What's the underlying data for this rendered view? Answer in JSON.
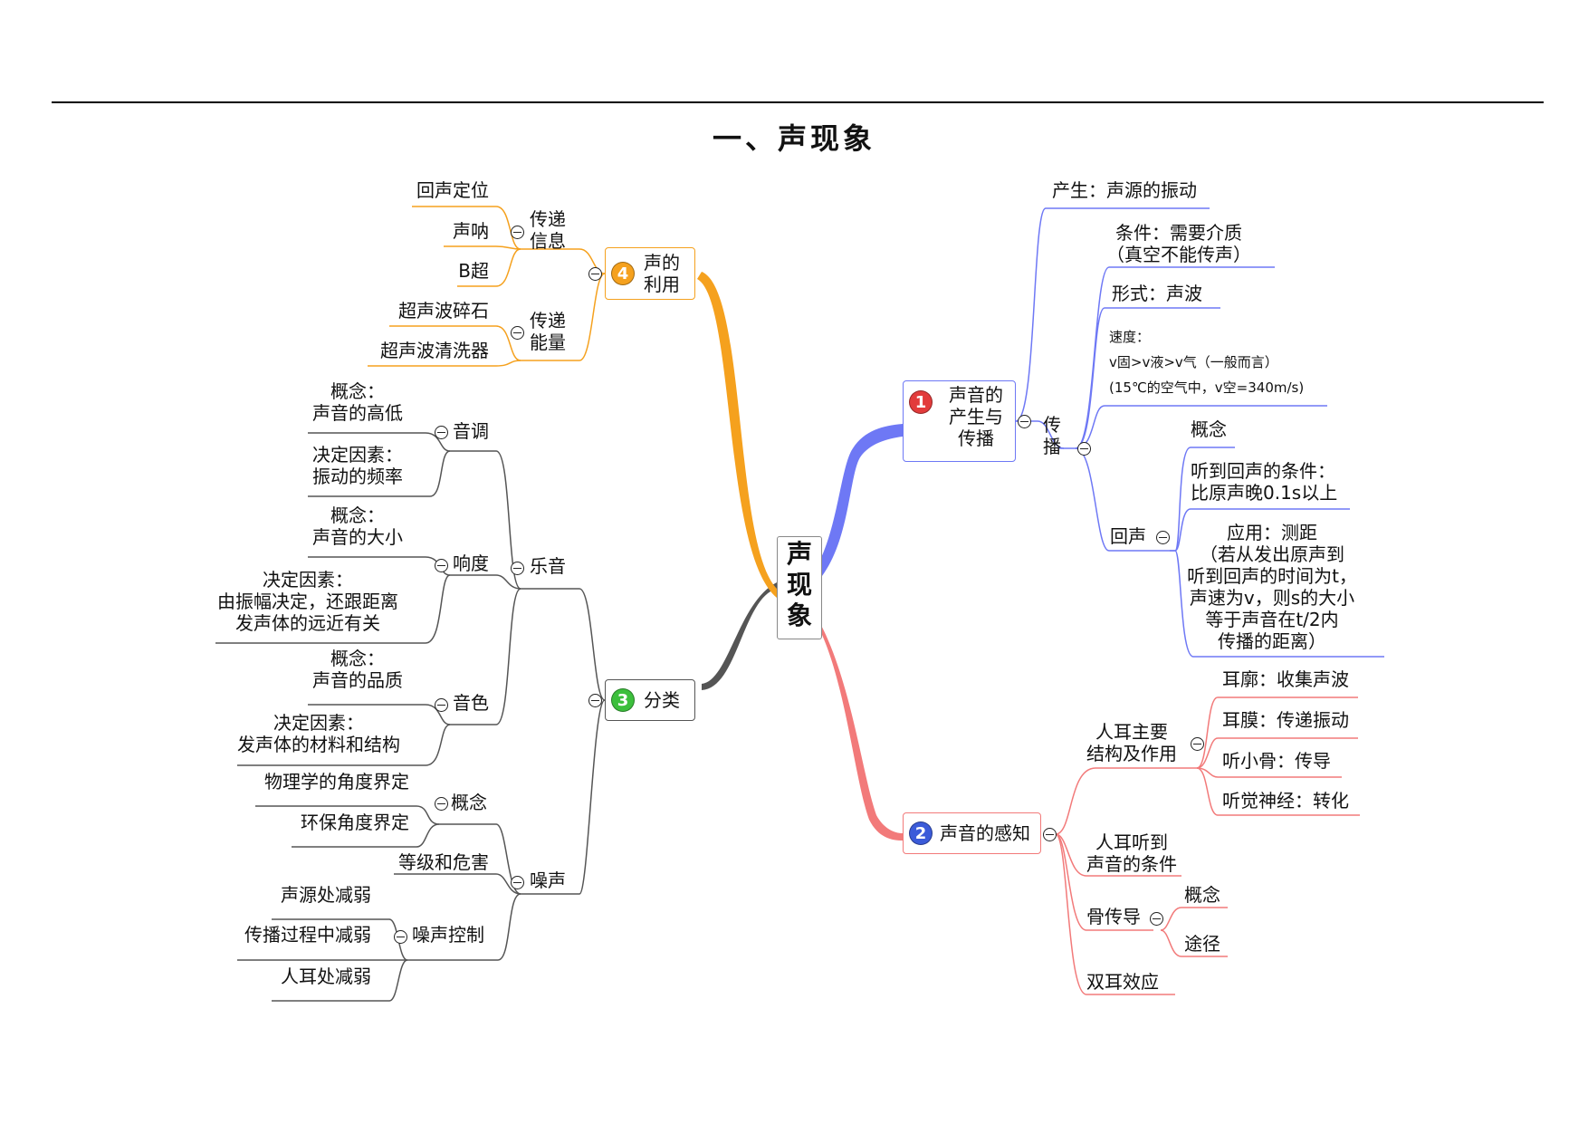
{
  "title": "一、声现象",
  "central": {
    "chars": [
      "声",
      "现",
      "象"
    ]
  },
  "colors": {
    "branch1": "#6e78f5",
    "branch2": "#f27a7a",
    "branch3": "#555555",
    "branch4": "#f5a11e"
  },
  "b1": {
    "badge": "1",
    "lines": [
      "声音的",
      "产生与",
      "传播"
    ],
    "chansheng": "产生：声源的振动",
    "chuanbo": [
      "传",
      "播"
    ],
    "tiaojian": [
      "条件：需要介质",
      "（真空不能传声）"
    ],
    "xingshi": "形式：声波",
    "sudu": [
      "速度：",
      "v固>v液>v气（一般而言）",
      "(15℃的空气中，v空=340m/s)"
    ],
    "huisheng": "回声",
    "hs_gainian": "概念",
    "hs_tiaojian": [
      "听到回声的条件：",
      "比原声晚0.1s以上"
    ],
    "hs_yingyong": [
      "应用：测距",
      "（若从发出原声到",
      "听到回声的时间为t，",
      "声速为v，则s的大小",
      "等于声音在t/2内",
      "传播的距离）"
    ]
  },
  "b2": {
    "badge": "2",
    "label": "声音的感知",
    "renermain": [
      "人耳主要",
      "结构及作用"
    ],
    "erkuo": "耳廓：收集声波",
    "ermo": "耳膜：传递振动",
    "tingxiaogu": "听小骨：传导",
    "tingjue": "听觉神经：转化",
    "rener_tiaojian": [
      "人耳听到",
      "声音的条件"
    ],
    "guchuandao": "骨传导",
    "gu_gainian": "概念",
    "gu_tujing": "途径",
    "shuanger": "双耳效应"
  },
  "b3": {
    "badge": "3",
    "label": "分类",
    "yueyin": "乐音",
    "yindiao": "音调",
    "yd_gainian": [
      "概念：",
      "声音的高低"
    ],
    "yd_jueding": [
      "决定因素：",
      "振动的频率"
    ],
    "xiangdu": "响度",
    "xd_gainian": [
      "概念：",
      "声音的大小"
    ],
    "xd_jueding": [
      "决定因素：",
      "由振幅决定，还跟距离",
      "发声体的远近有关"
    ],
    "yinse": "音色",
    "ys_gainian": [
      "概念：",
      "声音的品质"
    ],
    "ys_jueding": [
      "决定因素：",
      "发声体的材料和结构"
    ],
    "zaosheng": "噪声",
    "zs_gainian": "概念",
    "wuli": "物理学的角度界定",
    "huanbao": "环保角度界定",
    "dengji": "等级和危害",
    "kongzhi": "噪声控制",
    "shengyuan": "声源处减弱",
    "chuanbo": "传播过程中减弱",
    "rener": "人耳处减弱"
  },
  "b4": {
    "badge": "4",
    "lines": [
      "声的",
      "利用"
    ],
    "xinxi": [
      "传递",
      "信息"
    ],
    "huisheng_dingwei": "回声定位",
    "shengna": "声呐",
    "bchao": "B超",
    "nengliang": [
      "传递",
      "能量"
    ],
    "suishi": "超声波碎石",
    "qingxi": "超声波清洗器"
  }
}
